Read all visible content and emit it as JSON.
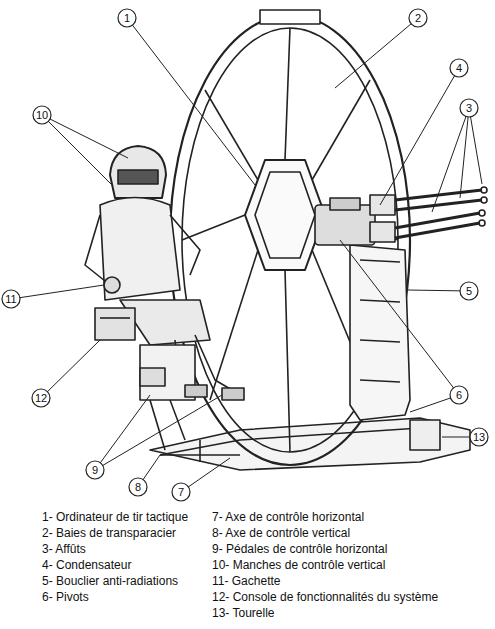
{
  "diagram": {
    "labels": [
      "1",
      "2",
      "10",
      "4",
      "3",
      "11",
      "5",
      "12",
      "6",
      "9",
      "13",
      "8",
      "7",
      "1- Ordinateur de tir tactique",
      "2- Baies de transparacier",
      "3- Affûts",
      "4- Condensateur",
      "5- Bouclier anti-radiations",
      "6- Pivots",
      "7- Axe de contrôle horizontal",
      "8- Axe de contrôle vertical",
      "9- Pédales de contrôle horizontal",
      "10- Manches de contrôle vertical",
      "11- Gachette",
      "12- Console de fonctionnalités du système",
      "13- Tourelle"
    ]
  }
}
